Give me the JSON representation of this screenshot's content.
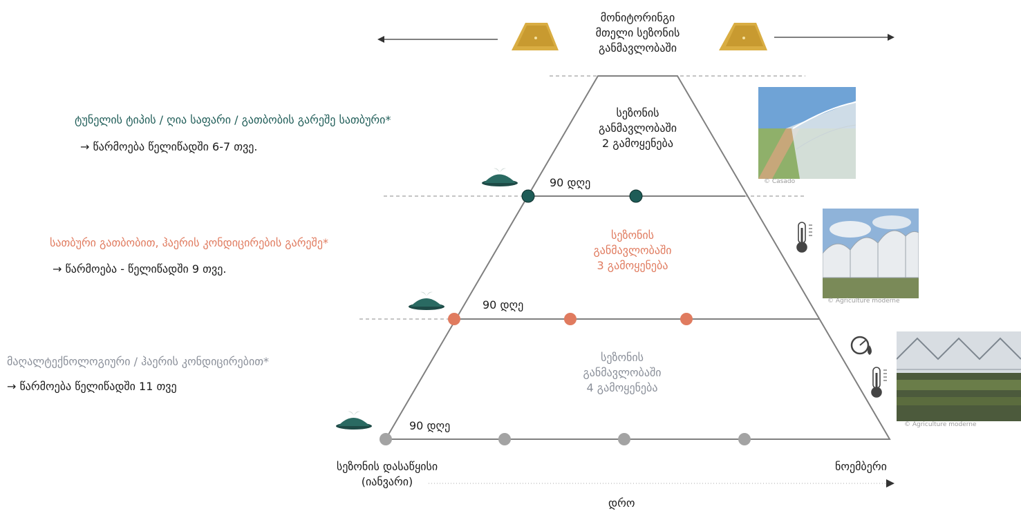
{
  "top_label": [
    "მონიტორინგი",
    "მთელი სეზონის",
    "განმავლობაში"
  ],
  "tiers": [
    {
      "title": "ტუნელის ტიპის / ღია საფარი / გათბობის გარეშე სათბური*",
      "production": "→ წარმოება წელიწადში 6-7 თვე.",
      "center_lines": [
        "სეზონის",
        "განმავლობაში",
        "2 გამოყენება"
      ],
      "days_label": "90 დღე",
      "photo_credit": "© Casado",
      "color": "#1e5c57",
      "text_color": "#1e5c57"
    },
    {
      "title": "სათბური გათბობით, ჰაერის კონდიცირების გარეშე*",
      "production": "→ წარმოება - წელიწადში 9 თვე.",
      "center_lines": [
        "სეზონის",
        "განმავლობაში",
        "3 გამოყენება"
      ],
      "days_label": "90 დღე",
      "photo_credit": "© Agriculture moderne",
      "color": "#e07b5f",
      "text_color": "#e07b5f"
    },
    {
      "title": "მაღალტექნოლოგიური / ჰაერის კონდიცირებით*",
      "production": "→ წარმოება წელიწადში 11 თვე",
      "center_lines": [
        "სეზონის",
        "განმავლობაში",
        "4 გამოყენება"
      ],
      "days_label": "90 დღე",
      "photo_credit": "© Agriculture moderne",
      "color": "#a3a3a3",
      "text_color": "#8a8f99"
    }
  ],
  "season_start": [
    "სეზონის დასაწყისი",
    "(იანვარი)"
  ],
  "season_end": "ნოემბერი",
  "time_label": "დრო",
  "colors": {
    "line": "#7f7f7f",
    "dashed": "#a0a0a0",
    "trap": "#d6a93a"
  }
}
